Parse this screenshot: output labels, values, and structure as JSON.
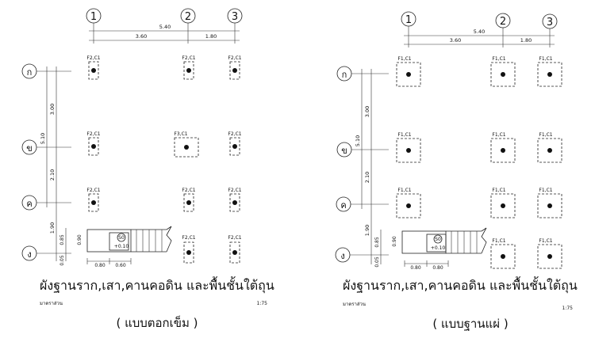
{
  "grid_columns": [
    "1",
    "2",
    "3"
  ],
  "grid_rows": [
    "ก",
    "ข",
    "ค",
    "ง"
  ],
  "dims": {
    "overall_x": "5.40",
    "span_12": "3.60",
    "span_23": "1.80",
    "overall_y": "5.10",
    "span_ab": "3.00",
    "span_bc": "2.10",
    "span_cd": "1.90",
    "stair_h1": "0.85",
    "stair_h2": "0.90",
    "stair_h3": "0.05",
    "stair_w1": "0.80",
    "stair_w2": "0.60",
    "stair_w2_right": "0.80"
  },
  "stair_tag": {
    "code": "S0",
    "level": "+0.10"
  },
  "left_plan": {
    "title": "ผังฐานราก,เสา,คานคอดิน และพื้นชั้นใต้ถุน",
    "scale_label": "มาตราส่วน",
    "scale": "1:75",
    "subtitle": "( แบบตอกเข็ม )",
    "tags": {
      "a1": "F2,C1",
      "a2": "F2,C1",
      "a3": "F2,C1",
      "b1": "F2,C1",
      "b2": "F3,C1",
      "b3": "F2,C1",
      "c1": "F2,C1",
      "c2": "F2,C1",
      "c3": "F2,C1",
      "d2": "F2,C1",
      "d3": "F2,C1"
    }
  },
  "right_plan": {
    "title": "ผังฐานราก,เสา,คานคอดิน และพื้นชั้นใต้ถุน",
    "scale_label": "มาตราส่วน",
    "scale": "1:75",
    "subtitle": "( แบบฐานแผ่ )",
    "tags": {
      "a1": "F1,C1",
      "a2": "F1,C1",
      "a3": "F1,C1",
      "b1": "F1,C1",
      "b2": "F1,C1",
      "b3": "F1,C1",
      "c1": "F1,C1",
      "c2": "F1,C1",
      "c3": "F1,C1",
      "d2": "F1,C1",
      "d3": "F1,C1"
    }
  }
}
